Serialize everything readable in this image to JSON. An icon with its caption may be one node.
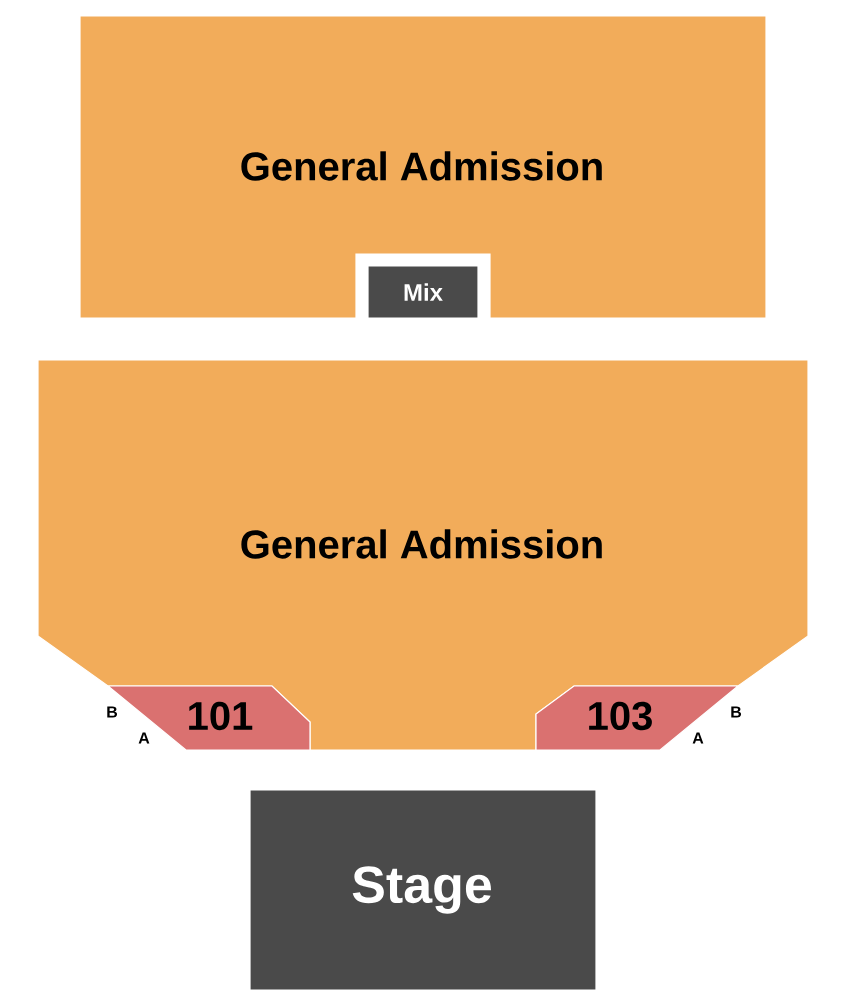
{
  "diagram": {
    "nodes": [
      {
        "text": [
          "General Admission"
        ]
      },
      {
        "text": [
          "Mix"
        ]
      },
      {
        "text": [
          "General Admission"
        ]
      },
      {
        "text": [
          "101"
        ]
      },
      {
        "text": [
          "103"
        ]
      },
      {
        "text": [
          "Stage"
        ]
      }
    ],
    "labels": [
      "B",
      "A",
      "A",
      "B"
    ]
  }
}
